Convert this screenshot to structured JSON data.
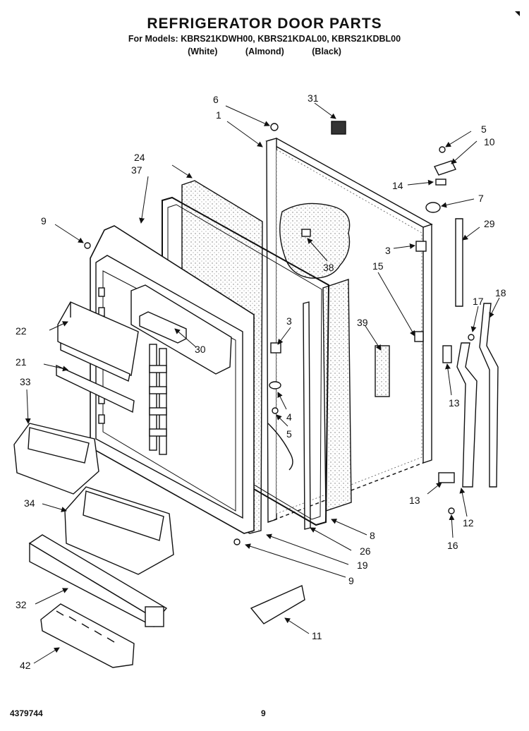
{
  "header": {
    "title": "REFRIGERATOR DOOR PARTS",
    "models": "For Models: KBRS21KDWH00, KBRS21KDAL00, KBRS21KDBL00",
    "colors": [
      "(White)",
      "(Almond)",
      "(Black)"
    ]
  },
  "callouts": {
    "c1": "1",
    "c3a": "3",
    "c3b": "3",
    "c4": "4",
    "c5a": "5",
    "c5b": "5",
    "c6": "6",
    "c7": "7",
    "c8": "8",
    "c9a": "9",
    "c9b": "9",
    "c10": "10",
    "c11": "11",
    "c12": "12",
    "c13a": "13",
    "c13b": "13",
    "c14": "14",
    "c15": "15",
    "c16": "16",
    "c17": "17",
    "c18": "18",
    "c19": "19",
    "c21": "21",
    "c22": "22",
    "c24": "24",
    "c26": "26",
    "c29": "29",
    "c30": "30",
    "c31": "31",
    "c32": "32",
    "c33": "33",
    "c34": "34",
    "c37": "37",
    "c38": "38",
    "c39": "39",
    "c42": "42"
  },
  "footer": {
    "doc_number": "4379744",
    "page": "9"
  },
  "icons": {
    "corner": "corner-triangle-icon"
  }
}
